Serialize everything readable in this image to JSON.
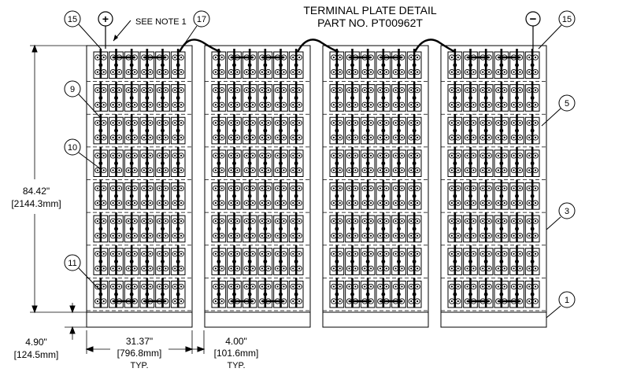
{
  "title": {
    "line1": "TERMINAL PLATE DETAIL",
    "line2": "PART NO. PT00962T"
  },
  "note": "SEE NOTE 1",
  "terminals": {
    "positive": "+",
    "negative": "−"
  },
  "callouts": {
    "c15": "15",
    "c17": "17",
    "c9": "9",
    "c10": "10",
    "c11": "11",
    "c5": "5",
    "c3": "3",
    "c1": "1"
  },
  "dimensions": {
    "height_in": "84.42\"",
    "height_mm": "[2144.3mm]",
    "base_in": "4.90\"",
    "base_mm": "[124.5mm]",
    "width_in": "31.37\"",
    "width_mm": "[796.8mm]",
    "width_typ": "TYP.",
    "gap_in": "4.00\"",
    "gap_mm": "[101.6mm]",
    "gap_typ": "TYP."
  },
  "layout_info": {
    "racks": 4,
    "tiers": 8,
    "cells_per_tier": 6
  }
}
